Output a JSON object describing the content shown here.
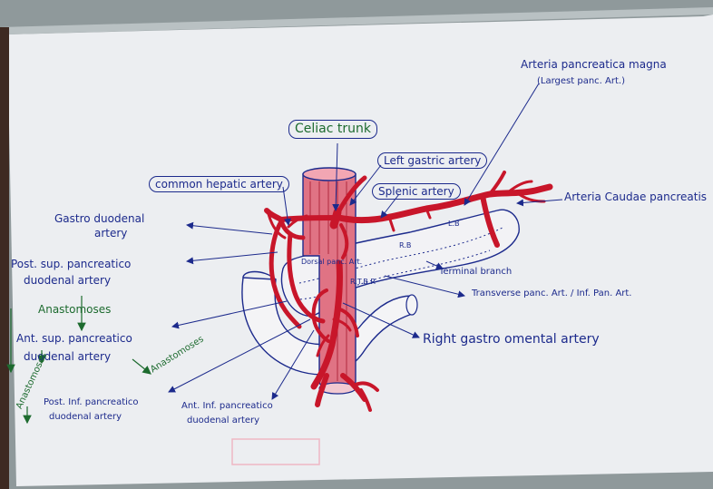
{
  "labels": {
    "celiac_trunk": "Celiac trunk",
    "common_hepatic": "common hepatic artery",
    "left_gastric": "Left gastric artery",
    "splenic": "Splenic artery",
    "pancreatica_magna": "Arteria pancreatica magna",
    "largest_panc": "(Largest panc. Art.)",
    "caudae": "Arteria Caudae pancreatis",
    "gastroduodenal_1": "Gastro duodenal",
    "gastroduodenal_2": "artery",
    "post_sup_1": "Post. sup. pancreatico",
    "post_sup_2": "duodenal artery",
    "ant_sup_1": "Ant. sup. pancreatico",
    "ant_sup_2": "duodenal artery",
    "post_inf_1": "Post. Inf. pancreatico",
    "post_inf_2": "duodenal artery",
    "ant_inf_1": "Ant. Inf. pancreatico",
    "ant_inf_2": "duodenal artery",
    "right_gastro_omental": "Right gastro omental artery",
    "transverse_panc": "Transverse panc. Art. / Inf. Pan. Art.",
    "terminal_branch": "Terminal branch",
    "dorsal_panc": "Dorsal panc. Art.",
    "rb": "R.B",
    "lb": "L.B",
    "rtbr": "R.T.B.R",
    "anastomoses_1": "Anastomoses",
    "anastomoses_2": "Anastomoses",
    "anastomoses_3": "Anastomoses"
  },
  "colors": {
    "ink": "#1c2a8c",
    "artery": "#c8162a",
    "green_ink": "#1d6b2f",
    "paper": "#ecedf0"
  }
}
